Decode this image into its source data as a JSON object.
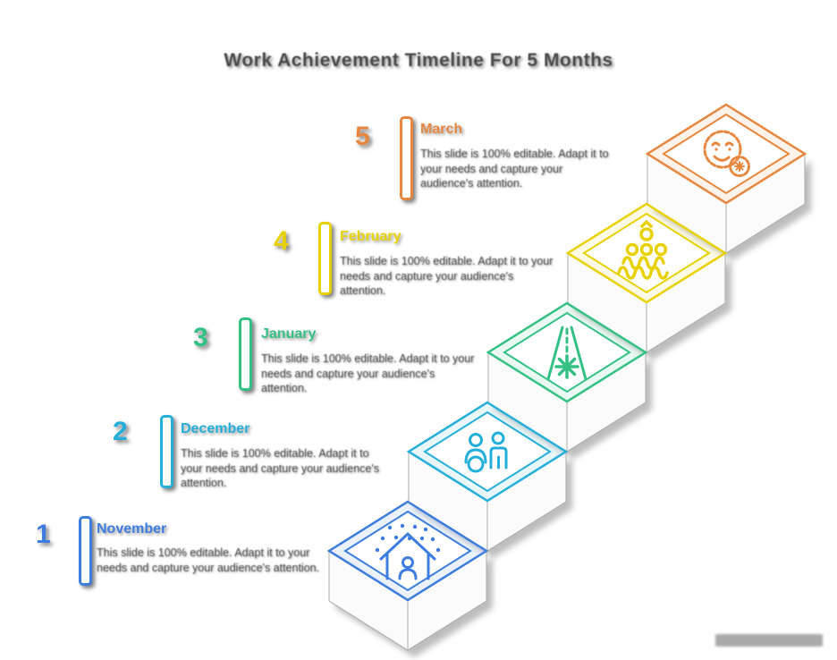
{
  "page": {
    "title": "Work Achievement Timeline For 5 Months",
    "background_color": "#ffffff",
    "text_color": "#4f4f4f"
  },
  "steps": [
    {
      "number": "1",
      "month": "November",
      "description": "This slide is 100% editable. Adapt it to your needs and capture your audience's attention.",
      "color": "#3d7ce0",
      "icon": "home-person-icon"
    },
    {
      "number": "2",
      "month": "December",
      "description": "This slide is 100% editable. Adapt it to your needs and capture your audience's attention.",
      "color": "#24aeda",
      "icon": "two-people-icon"
    },
    {
      "number": "3",
      "month": "January",
      "description": "This slide is 100% editable. Adapt it to your needs and capture your audience's attention.",
      "color": "#33c183",
      "icon": "road-star-icon"
    },
    {
      "number": "4",
      "month": "February",
      "description": "This slide is 100% editable. Adapt it to your needs and capture your audience's attention.",
      "color": "#e8d100",
      "icon": "audience-icon"
    },
    {
      "number": "5",
      "month": "March",
      "description": "This slide is 100% editable. Adapt it to your needs and capture your audience's attention.",
      "color": "#e7873f",
      "icon": "smiley-badge-icon"
    }
  ]
}
